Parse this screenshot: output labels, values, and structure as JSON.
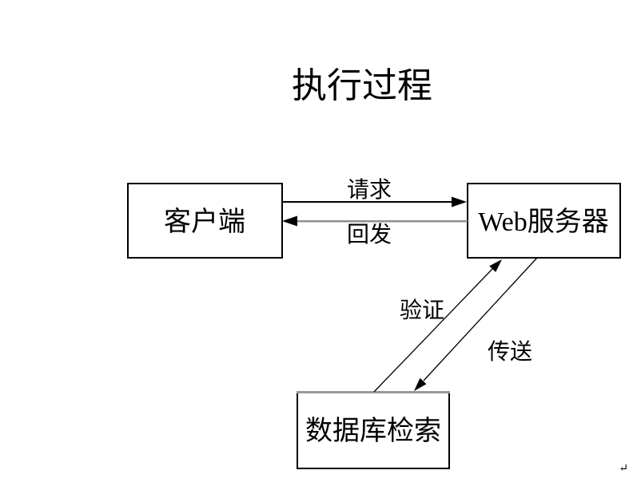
{
  "slide": {
    "title": "执行过程",
    "return_mark": "↵"
  },
  "diagram": {
    "nodes": [
      {
        "id": "client",
        "label": "客户端"
      },
      {
        "id": "web-server",
        "label": "Web服务器"
      },
      {
        "id": "database",
        "label": "数据库检索"
      }
    ],
    "edges": [
      {
        "from": "client",
        "to": "web-server",
        "label": "请求",
        "direction": "right"
      },
      {
        "from": "web-server",
        "to": "client",
        "label": "回发",
        "direction": "left"
      },
      {
        "from": "database",
        "to": "web-server",
        "label": "验证",
        "direction": "up"
      },
      {
        "from": "web-server",
        "to": "database",
        "label": "传送",
        "direction": "down"
      }
    ]
  },
  "colors": {
    "background": "#ffffff",
    "line": "#000000",
    "muted_line": "#8f8f8f",
    "return_mark": "#808080"
  }
}
